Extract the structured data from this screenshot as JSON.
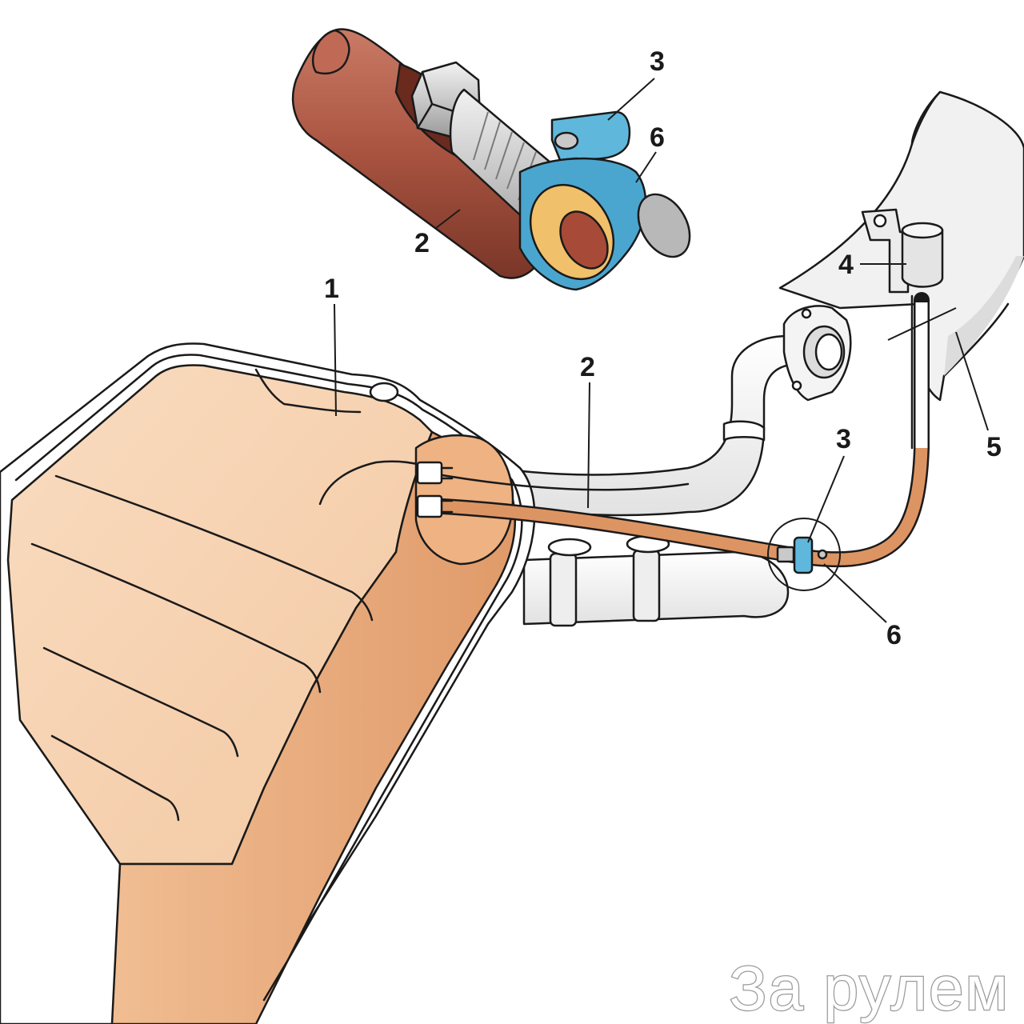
{
  "callouts": {
    "part_1": "1",
    "part_2_detail": "2",
    "part_2_main": "2",
    "part_3_detail": "3",
    "part_3_main": "3",
    "part_4": "4",
    "part_5": "5",
    "part_6_detail": "6",
    "part_6_main": "6"
  },
  "watermark": "За рулем",
  "colors": {
    "tank_light": "#f6d3b3",
    "tank_dark": "#e7a778",
    "fuel_hose": "#dd9463",
    "hose_rust": "#a85340",
    "clamp_blue": "#5fb7dc",
    "metal_gray": "#c9c9c9"
  }
}
